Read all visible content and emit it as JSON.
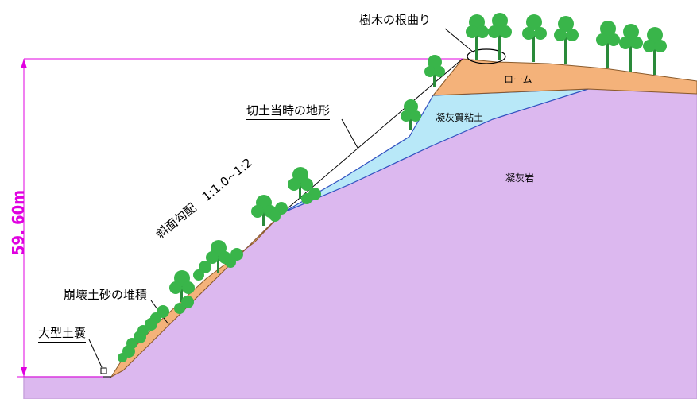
{
  "labels": {
    "tree_root_bend": "樹木の根曲り",
    "loam": "ローム",
    "original_terrain": "切土当時の地形",
    "tuffaceous_clay": "凝灰質粘土",
    "tuff": "凝灰岩",
    "height": "59. 60m",
    "slope_gradient": "斜面勾配　1:1.0~1:2",
    "collapse_deposit": "崩壊土砂の堆積",
    "sandbag": "大型土嚢"
  },
  "colors": {
    "tuff": "#dcb8ef",
    "tuff_edge": "#c9a4de",
    "tuffaceous_clay": "#b8e8f8",
    "loam": "#f4b27a",
    "dimension": "#e000e0",
    "tree": "#39b54a",
    "slope_line": "#3050c0"
  },
  "icons": [
    "tree-icon",
    "sandbag-icon"
  ]
}
